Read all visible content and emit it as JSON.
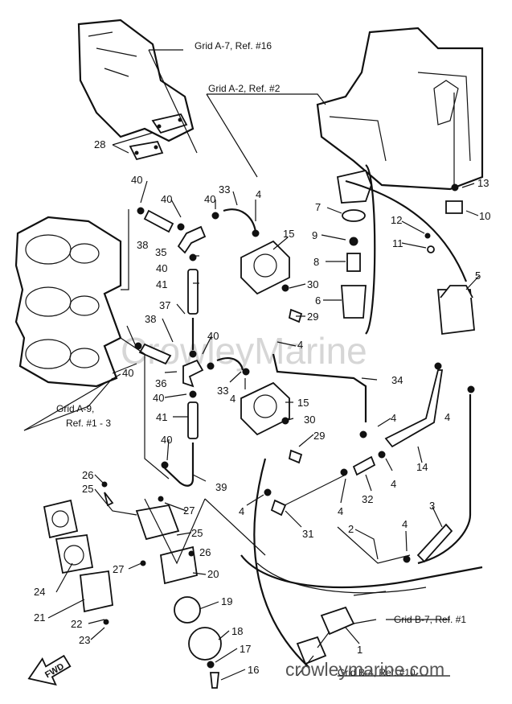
{
  "watermark": "CrowleyMarine",
  "site": "crowleymarine.com",
  "fwd_label": "FWD",
  "grid_refs": [
    {
      "id": "a7",
      "text": "Grid A-7, Ref. #16"
    },
    {
      "id": "a2",
      "text": "Grid A-2, Ref. #2"
    },
    {
      "id": "a9a",
      "text": "Grid A-9,"
    },
    {
      "id": "a9b",
      "text": "Ref. #1 - 3"
    },
    {
      "id": "b7",
      "text": "Grid B-7, Ref. #1"
    },
    {
      "id": "b4",
      "text": "Grid B-4, Ref. #10"
    }
  ],
  "callouts": [
    {
      "n": "1"
    },
    {
      "n": "2"
    },
    {
      "n": "3"
    },
    {
      "n": "4"
    },
    {
      "n": "5"
    },
    {
      "n": "6"
    },
    {
      "n": "7"
    },
    {
      "n": "8"
    },
    {
      "n": "9"
    },
    {
      "n": "10"
    },
    {
      "n": "11"
    },
    {
      "n": "12"
    },
    {
      "n": "13"
    },
    {
      "n": "14"
    },
    {
      "n": "15"
    },
    {
      "n": "16"
    },
    {
      "n": "17"
    },
    {
      "n": "18"
    },
    {
      "n": "19"
    },
    {
      "n": "20"
    },
    {
      "n": "21"
    },
    {
      "n": "22"
    },
    {
      "n": "23"
    },
    {
      "n": "24"
    },
    {
      "n": "25"
    },
    {
      "n": "26"
    },
    {
      "n": "27"
    },
    {
      "n": "28"
    },
    {
      "n": "29"
    },
    {
      "n": "30"
    },
    {
      "n": "31"
    },
    {
      "n": "32"
    },
    {
      "n": "33"
    },
    {
      "n": "34"
    },
    {
      "n": "35"
    },
    {
      "n": "36"
    },
    {
      "n": "37"
    },
    {
      "n": "38"
    },
    {
      "n": "39"
    },
    {
      "n": "40"
    },
    {
      "n": "41"
    }
  ]
}
